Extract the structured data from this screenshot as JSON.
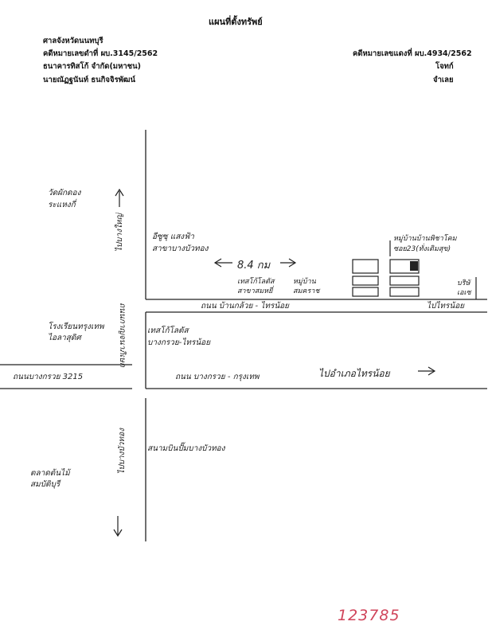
{
  "header": {
    "title": "แผนที่ตั้งทรัพย์",
    "court": "ศาลจังหวัดนนทบุรี",
    "black_case_label": "คดีหมายเลขดำที่ ผบ.3145/2562",
    "red_case_label": "คดีหมายเลขแดงที่ ผบ.4934/2562",
    "plaintiff": "ธนาคารทิสโก้ จำกัด(มหาชน)",
    "plaintiff_role": "โจทก์",
    "defendant": "นายณัฏฐนันท์ ธนกิจจิรพัฒน์",
    "defendant_role": "จำเลย"
  },
  "map": {
    "left_top_place": [
      "วัดผักดอง",
      "ระแหงกี่"
    ],
    "left_mid_place": [
      "โรงเรียนทรุงเทพ",
      "ไอลาสุดิศ"
    ],
    "left_bottom_place": [
      "ตลาดต้นไม้",
      "สมบัติบุรี"
    ],
    "left_road": "ถนนบางกรวย 3215",
    "vertical_road": "ถนนกาญจนาภิเษก",
    "to_bangyai": "ไปบางใหญ่",
    "to_bangbuathong": "ไปบางบัวทอง",
    "store_top": [
      "อีซูซุ แสงฟ้า",
      "สาขาบางบัวทอง"
    ],
    "distance": "8.4 กม",
    "tesco_top": [
      "เทสโก้โลตัส",
      "สาขาสมหยี่"
    ],
    "village_small": [
      "หมู่บ้าน",
      "สมคราช"
    ],
    "village_main": [
      "หมู่บ้านบ้านพิชาโคม",
      "ซอย23(ทั่งเดิมสุข)"
    ],
    "right_edge": [
      "บริษั",
      "เอเซ"
    ],
    "top_road": "ถนน บ้านกล้วย - ไทรน้อย",
    "to_sainoi": "ไปไทรน้อย",
    "tesco_mid": [
      "เทสโก้โลตัส",
      "บางกรวย-ไทรน้อย"
    ],
    "main_road": "ถนน บางกรวย - กรุงเทพ",
    "to_amphoe": "ไปอำเภอไทรน้อย",
    "bottom_place": "สนามบินปั๊มบางบัวทอง"
  },
  "stamp": "123785"
}
